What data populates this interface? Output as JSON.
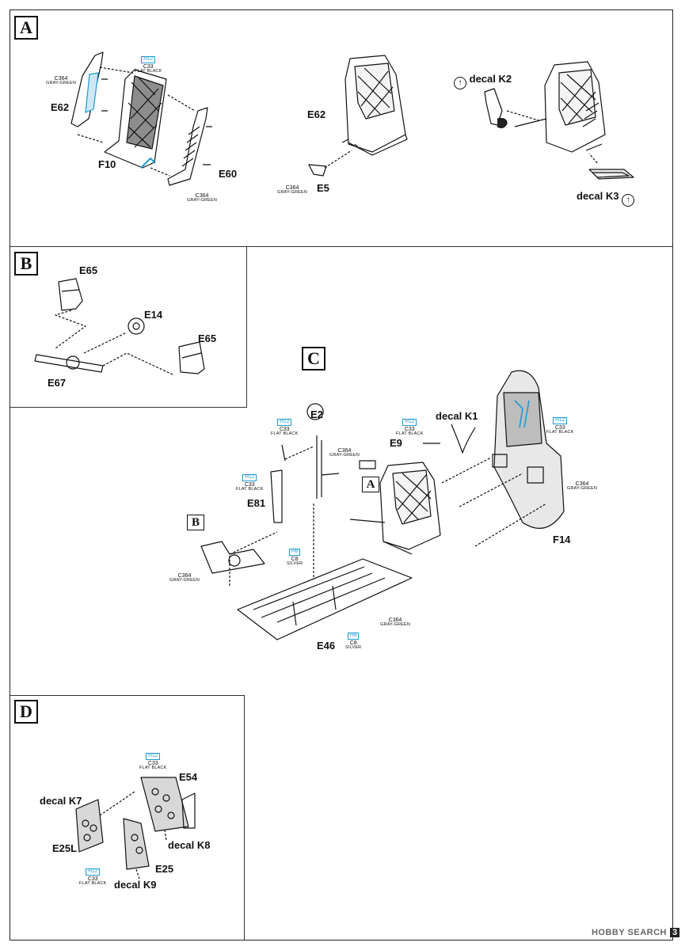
{
  "steps": {
    "a": {
      "letter": "A"
    },
    "b": {
      "letter": "B"
    },
    "c": {
      "letter": "C",
      "sub_a": "A",
      "sub_b": "B"
    },
    "d": {
      "letter": "D"
    }
  },
  "parts": {
    "e62_a": "E62",
    "f10": "F10",
    "e60": "E60",
    "e62_b": "E62",
    "e5": "E5",
    "e65_top": "E65",
    "e14": "E14",
    "e65_right": "E65",
    "e67": "E67",
    "e2": "E2",
    "e9": "E9",
    "e81": "E81",
    "f14": "F14",
    "e46": "E46",
    "e54": "E54",
    "e25l": "E25L",
    "e25": "E25"
  },
  "decals": {
    "k2": "decal K2",
    "k3": "decal K3",
    "k1": "decal K1",
    "k7": "decal K7",
    "k8": "decal K8",
    "k9": "decal K9"
  },
  "paints": {
    "a_gg1": {
      "h": "",
      "c": "C364",
      "n": "GRAY-GREEN"
    },
    "a_fb": {
      "h": "H12",
      "c": "C33",
      "n": "FLAT BLACK"
    },
    "a_gg2": {
      "h": "",
      "c": "C364",
      "n": "GRAY-GREEN"
    },
    "a_gg3": {
      "h": "",
      "c": "C364",
      "n": "GRAY-GREEN"
    },
    "c_fb1": {
      "h": "H12",
      "c": "C33",
      "n": "FLAT BLACK"
    },
    "c_gg1": {
      "h": "",
      "c": "C364",
      "n": "GRAY-GREEN"
    },
    "c_fb2": {
      "h": "H12",
      "c": "C33",
      "n": "FLAT BLACK"
    },
    "c_fb3": {
      "h": "H12",
      "c": "C33",
      "n": "FLAT BLACK"
    },
    "c_fb4": {
      "h": "H12",
      "c": "C33",
      "n": "FLAT BLACK"
    },
    "c_gg2": {
      "h": "",
      "c": "C364",
      "n": "GRAY-GREEN"
    },
    "c_gg3": {
      "h": "",
      "c": "C364",
      "n": "GRAY-GREEN"
    },
    "c_sil1": {
      "h": "H8",
      "c": "C8",
      "n": "SILVER"
    },
    "c_gg4": {
      "h": "",
      "c": "C364",
      "n": "GRAY-GREEN"
    },
    "c_sil2": {
      "h": "H8",
      "c": "C8",
      "n": "SILVER"
    },
    "d_fb1": {
      "h": "H12",
      "c": "C33",
      "n": "FLAT BLACK"
    },
    "d_fb2": {
      "h": "H12",
      "c": "C33",
      "n": "FLAT BLACK"
    }
  },
  "icons": {
    "decal_direction": "up-arrow-circle-icon"
  },
  "footer": {
    "watermark": "HOBBY SEARCH",
    "page_number": "3"
  },
  "colors": {
    "paint_code": "#1a9ccf",
    "line": "#111111"
  }
}
